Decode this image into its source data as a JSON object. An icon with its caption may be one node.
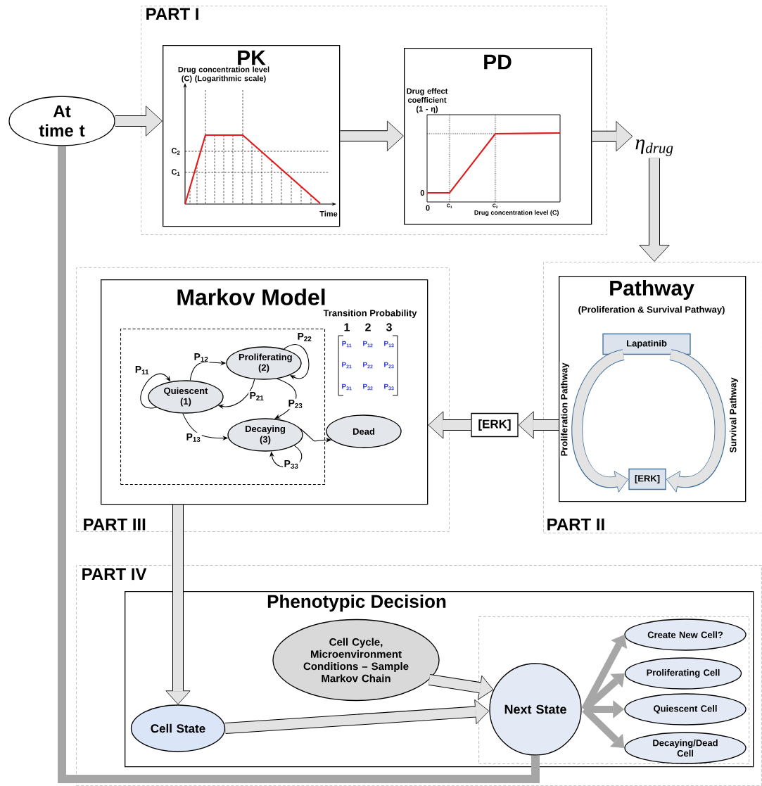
{
  "diagram": {
    "nodes": [
      {
        "text": [
          "PART I"
        ]
      },
      {
        "text": [
          "PK"
        ],
        "in": 0
      },
      {
        "text": [
          "PD"
        ],
        "in": 0
      },
      {
        "text": [
          "At time t"
        ]
      },
      {
        "text": [
          "η$_{drug}$"
        ]
      },
      {
        "text": [
          "PART II"
        ]
      },
      {
        "text": [
          "Pathway",
          "(Proliferation & Survival Pathway)"
        ],
        "in": 5
      },
      {
        "text": [
          "Lapatinib"
        ],
        "in": 6
      },
      {
        "text": [
          "[ERK]"
        ],
        "in": 6
      },
      {
        "text": [
          "[ERK]"
        ]
      },
      {
        "text": [
          "PART III"
        ]
      },
      {
        "text": [
          "Markov Model"
        ],
        "in": 10
      },
      {
        "text": [],
        "shape": "box",
        "in": 11
      },
      {
        "text": [
          "Quiescent (1)"
        ],
        "in": 12
      },
      {
        "text": [
          "Proliferating (2)"
        ],
        "in": 12
      },
      {
        "text": [
          "Decaying (3)"
        ],
        "in": 12
      },
      {
        "text": [
          "Dead"
        ],
        "in": 11
      },
      {
        "text": [
          "PART IV"
        ]
      },
      {
        "text": [
          "Phenotypic Decision"
        ],
        "in": 17
      },
      {
        "text": [
          "Cell Cycle, Microenvironment Conditions – Sample Markov Chain"
        ],
        "in": 18
      },
      {
        "text": [
          "Cell State"
        ],
        "in": 18
      },
      {
        "text": [],
        "shape": "box",
        "in": 18
      },
      {
        "text": [
          "Next State"
        ],
        "in": 21
      },
      {
        "text": [
          "Create New Cell?"
        ],
        "in": 21
      },
      {
        "text": [
          "Proliferating Cell"
        ],
        "in": 21
      },
      {
        "text": [
          "Quiescent Cell"
        ],
        "in": 21
      },
      {
        "text": [
          "Decaying/Dead Cell"
        ],
        "in": 21
      }
    ],
    "edges": [
      {
        "from": 3,
        "to": 1,
        "arrow": "to"
      },
      {
        "from": 1,
        "to": 2,
        "arrow": "to"
      },
      {
        "from": 2,
        "to": 4,
        "arrow": "to"
      },
      {
        "from": 4,
        "to": 5,
        "arrow": "to"
      },
      {
        "from": 6,
        "to": 9,
        "arrow": "to"
      },
      {
        "from": 9,
        "to": 11,
        "arrow": "to"
      },
      {
        "from": 11,
        "to": 20,
        "arrow": "to"
      },
      {
        "from": 19,
        "to": 22,
        "arrow": "to"
      },
      {
        "from": 20,
        "to": 22,
        "arrow": "to"
      },
      {
        "from": 22,
        "to": 3,
        "arrow": "none",
        "color": "#a6a6a6"
      },
      {
        "from": 22,
        "to": 23,
        "arrow": "to",
        "color": "#a6a6a6"
      },
      {
        "from": 22,
        "to": 24,
        "arrow": "to",
        "color": "#a6a6a6"
      },
      {
        "from": 22,
        "to": 25,
        "arrow": "to",
        "color": "#a6a6a6"
      },
      {
        "from": 22,
        "to": 26,
        "arrow": "to",
        "color": "#a6a6a6"
      },
      {
        "from": 7,
        "to": 8,
        "arrow": "to",
        "color": "#41719c",
        "label": "Proliferation Pathway"
      },
      {
        "from": 7,
        "to": 8,
        "arrow": "to",
        "color": "#41719c",
        "label": "Survival Pathway"
      },
      {
        "from": 13,
        "to": 13,
        "arrow": "to",
        "color": "#000000",
        "label": "P$_{11}$"
      },
      {
        "from": 13,
        "to": 14,
        "arrow": "to",
        "color": "#000000",
        "label": "P$_{12}$"
      },
      {
        "from": 14,
        "to": 13,
        "arrow": "to",
        "color": "#000000",
        "label": "P$_{21}$"
      },
      {
        "from": 14,
        "to": 14,
        "arrow": "to",
        "color": "#000000",
        "label": "P$_{22}$"
      },
      {
        "from": 14,
        "to": 15,
        "arrow": "to",
        "color": "#000000",
        "label": "P$_{23}$"
      },
      {
        "from": 13,
        "to": 15,
        "arrow": "to",
        "color": "#000000",
        "label": "P$_{13}$"
      },
      {
        "from": 15,
        "to": 15,
        "arrow": "to",
        "color": "#000000",
        "label": "P$_{33}$"
      },
      {
        "from": 15,
        "to": 16,
        "arrow": "to",
        "color": "#000000"
      }
    ],
    "labels": [
      "Drug concentration level (C) (Logarithmic scale)",
      "C$_{2}$",
      "C$_{1}$",
      "Time",
      "Drug effect coefficient (1 - η)",
      "0",
      "0",
      "C$_{1}$",
      "C$_{2}$",
      "Drug concentration level (C)",
      "Transition Probability",
      "1",
      "2",
      "3",
      "P$_{11}$",
      "P$_{12}$",
      "P$_{13}$",
      "P$_{21}$",
      "P$_{22}$",
      "P$_{23}$",
      "P$_{31}$",
      "P$_{32}$",
      "P$_{33}$"
    ]
  }
}
